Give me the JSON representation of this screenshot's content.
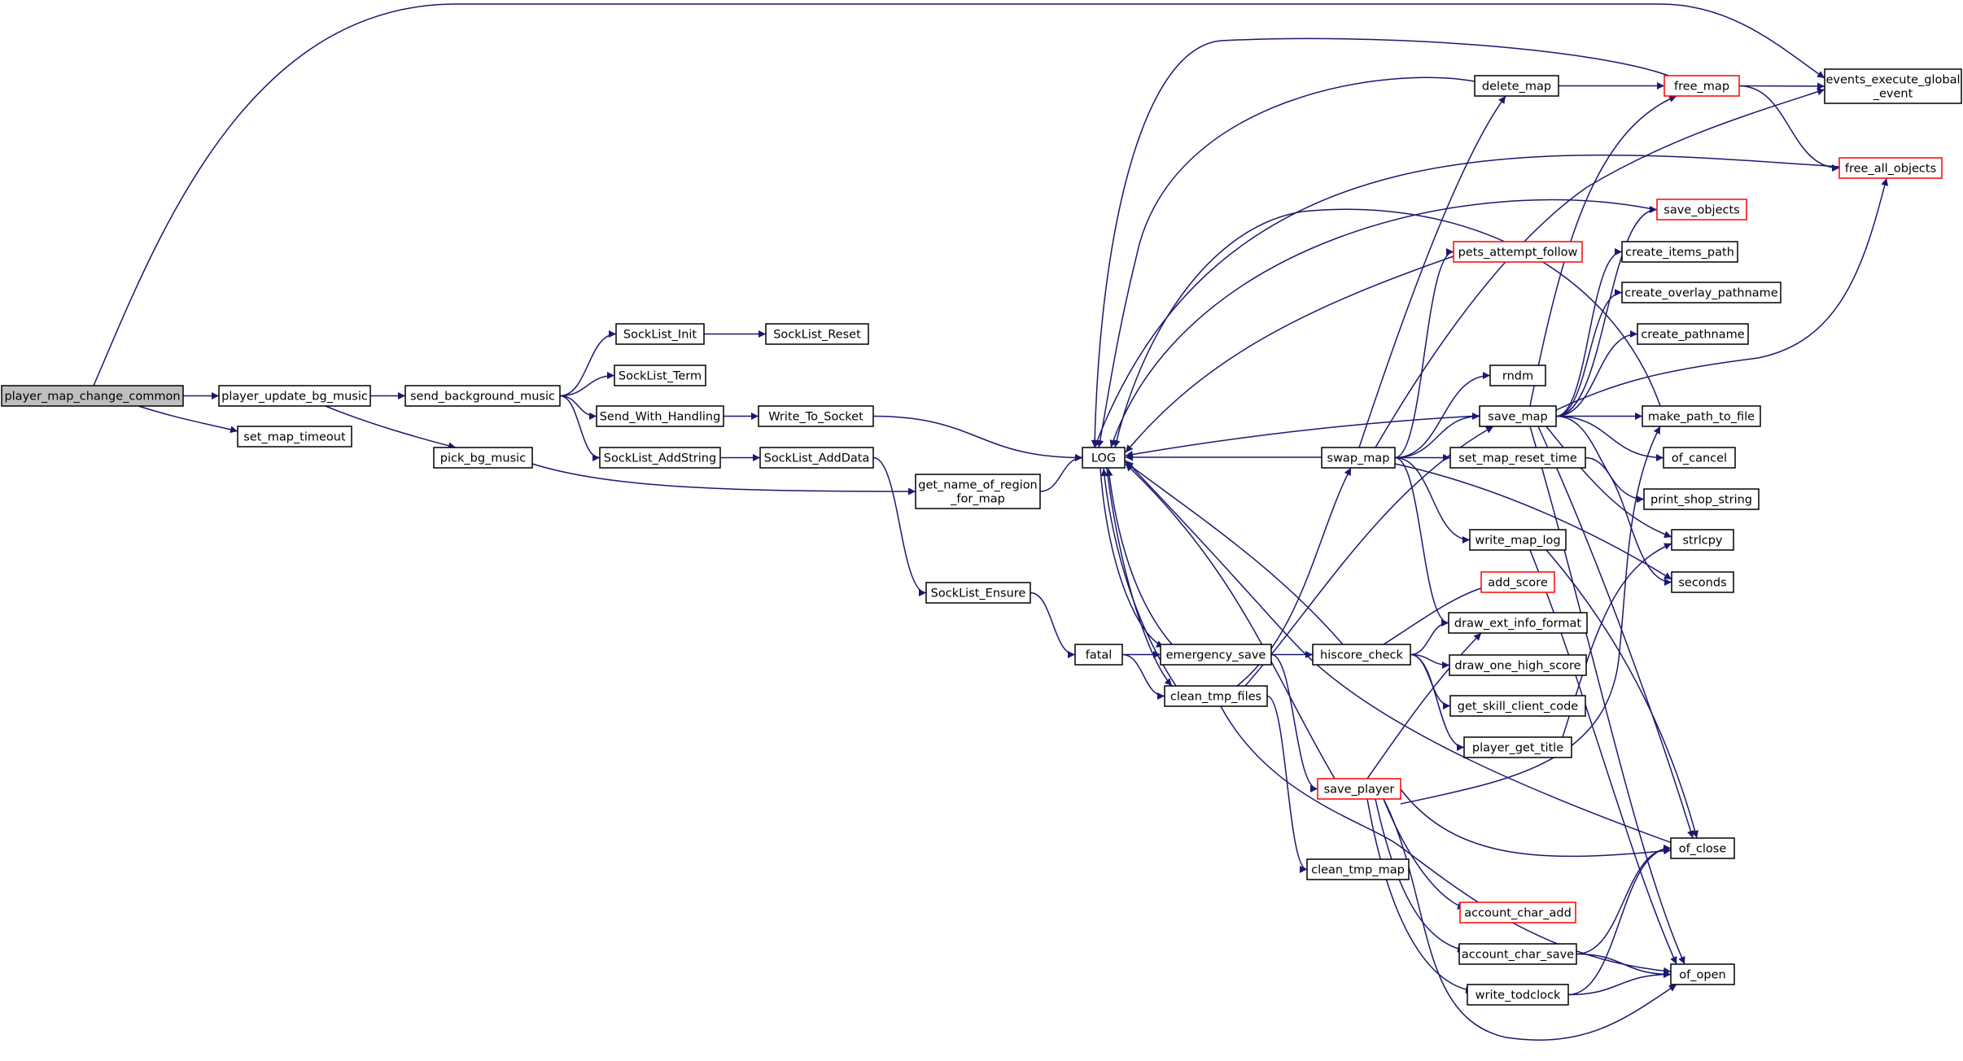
{
  "colors": {
    "edge": "#191970",
    "node_border": "#000000",
    "node_border_truncated": "#ff0000",
    "node_fill": "#ffffff",
    "root_fill": "#bfbfbf",
    "background": "#ffffff"
  },
  "graph": {
    "root": "player_map_change_common",
    "nodes": [
      {
        "id": "player_map_change_common",
        "lines": [
          "player_map_change_common"
        ],
        "style": "root"
      },
      {
        "id": "player_update_bg_music",
        "lines": [
          "player_update_bg_music"
        ],
        "style": "normal"
      },
      {
        "id": "set_map_timeout",
        "lines": [
          "set_map_timeout"
        ],
        "style": "normal"
      },
      {
        "id": "send_background_music",
        "lines": [
          "send_background_music"
        ],
        "style": "normal"
      },
      {
        "id": "pick_bg_music",
        "lines": [
          "pick_bg_music"
        ],
        "style": "normal"
      },
      {
        "id": "SockList_Init",
        "lines": [
          "SockList_Init"
        ],
        "style": "normal"
      },
      {
        "id": "SockList_Reset",
        "lines": [
          "SockList_Reset"
        ],
        "style": "normal"
      },
      {
        "id": "SockList_Term",
        "lines": [
          "SockList_Term"
        ],
        "style": "normal"
      },
      {
        "id": "Send_With_Handling",
        "lines": [
          "Send_With_Handling"
        ],
        "style": "normal"
      },
      {
        "id": "Write_To_Socket",
        "lines": [
          "Write_To_Socket"
        ],
        "style": "normal"
      },
      {
        "id": "SockList_AddString",
        "lines": [
          "SockList_AddString"
        ],
        "style": "normal"
      },
      {
        "id": "SockList_AddData",
        "lines": [
          "SockList_AddData"
        ],
        "style": "normal"
      },
      {
        "id": "get_name_of_region_for_map",
        "lines": [
          "get_name_of_region",
          "_for_map"
        ],
        "style": "normal"
      },
      {
        "id": "SockList_Ensure",
        "lines": [
          "SockList_Ensure"
        ],
        "style": "normal"
      },
      {
        "id": "fatal",
        "lines": [
          "fatal"
        ],
        "style": "normal"
      },
      {
        "id": "LOG",
        "lines": [
          "LOG"
        ],
        "style": "normal"
      },
      {
        "id": "emergency_save",
        "lines": [
          "emergency_save"
        ],
        "style": "normal"
      },
      {
        "id": "clean_tmp_files",
        "lines": [
          "clean_tmp_files"
        ],
        "style": "normal"
      },
      {
        "id": "clean_tmp_map",
        "lines": [
          "clean_tmp_map"
        ],
        "style": "normal"
      },
      {
        "id": "delete_map",
        "lines": [
          "delete_map"
        ],
        "style": "normal"
      },
      {
        "id": "swap_map",
        "lines": [
          "swap_map"
        ],
        "style": "normal"
      },
      {
        "id": "hiscore_check",
        "lines": [
          "hiscore_check"
        ],
        "style": "normal"
      },
      {
        "id": "save_player",
        "lines": [
          "save_player"
        ],
        "style": "truncated"
      },
      {
        "id": "pets_attempt_follow",
        "lines": [
          "pets_attempt_follow"
        ],
        "style": "truncated"
      },
      {
        "id": "rndm",
        "lines": [
          "rndm"
        ],
        "style": "normal"
      },
      {
        "id": "save_map",
        "lines": [
          "save_map"
        ],
        "style": "normal"
      },
      {
        "id": "set_map_reset_time",
        "lines": [
          "set_map_reset_time"
        ],
        "style": "normal"
      },
      {
        "id": "write_map_log",
        "lines": [
          "write_map_log"
        ],
        "style": "normal"
      },
      {
        "id": "add_score",
        "lines": [
          "add_score"
        ],
        "style": "truncated"
      },
      {
        "id": "draw_ext_info_format",
        "lines": [
          "draw_ext_info_format"
        ],
        "style": "normal"
      },
      {
        "id": "draw_one_high_score",
        "lines": [
          "draw_one_high_score"
        ],
        "style": "normal"
      },
      {
        "id": "get_skill_client_code",
        "lines": [
          "get_skill_client_code"
        ],
        "style": "normal"
      },
      {
        "id": "player_get_title",
        "lines": [
          "player_get_title"
        ],
        "style": "normal"
      },
      {
        "id": "account_char_add",
        "lines": [
          "account_char_add"
        ],
        "style": "truncated"
      },
      {
        "id": "account_char_save",
        "lines": [
          "account_char_save"
        ],
        "style": "normal"
      },
      {
        "id": "write_todclock",
        "lines": [
          "write_todclock"
        ],
        "style": "normal"
      },
      {
        "id": "free_map",
        "lines": [
          "free_map"
        ],
        "style": "truncated"
      },
      {
        "id": "save_objects",
        "lines": [
          "save_objects"
        ],
        "style": "truncated"
      },
      {
        "id": "create_items_path",
        "lines": [
          "create_items_path"
        ],
        "style": "normal"
      },
      {
        "id": "create_overlay_pathname",
        "lines": [
          "create_overlay_pathname"
        ],
        "style": "normal"
      },
      {
        "id": "create_pathname",
        "lines": [
          "create_pathname"
        ],
        "style": "normal"
      },
      {
        "id": "make_path_to_file",
        "lines": [
          "make_path_to_file"
        ],
        "style": "normal"
      },
      {
        "id": "of_cancel",
        "lines": [
          "of_cancel"
        ],
        "style": "normal"
      },
      {
        "id": "print_shop_string",
        "lines": [
          "print_shop_string"
        ],
        "style": "normal"
      },
      {
        "id": "strlcpy",
        "lines": [
          "strlcpy"
        ],
        "style": "normal"
      },
      {
        "id": "seconds",
        "lines": [
          "seconds"
        ],
        "style": "normal"
      },
      {
        "id": "of_close",
        "lines": [
          "of_close"
        ],
        "style": "normal"
      },
      {
        "id": "of_open",
        "lines": [
          "of_open"
        ],
        "style": "normal"
      },
      {
        "id": "events_execute_global_event",
        "lines": [
          "events_execute_global",
          "_event"
        ],
        "style": "normal"
      },
      {
        "id": "free_all_objects",
        "lines": [
          "free_all_objects"
        ],
        "style": "truncated"
      }
    ],
    "edges": [
      [
        "player_map_change_common",
        "player_update_bg_music"
      ],
      [
        "player_map_change_common",
        "set_map_timeout"
      ],
      [
        "player_map_change_common",
        "events_execute_global_event"
      ],
      [
        "player_update_bg_music",
        "send_background_music"
      ],
      [
        "player_update_bg_music",
        "pick_bg_music"
      ],
      [
        "send_background_music",
        "SockList_Init"
      ],
      [
        "send_background_music",
        "SockList_Term"
      ],
      [
        "send_background_music",
        "Send_With_Handling"
      ],
      [
        "send_background_music",
        "SockList_AddString"
      ],
      [
        "SockList_Init",
        "SockList_Reset"
      ],
      [
        "Send_With_Handling",
        "Write_To_Socket"
      ],
      [
        "SockList_AddString",
        "SockList_AddData"
      ],
      [
        "SockList_AddData",
        "SockList_Ensure"
      ],
      [
        "pick_bg_music",
        "get_name_of_region_for_map"
      ],
      [
        "Write_To_Socket",
        "LOG"
      ],
      [
        "get_name_of_region_for_map",
        "LOG"
      ],
      [
        "SockList_Ensure",
        "fatal"
      ],
      [
        "fatal",
        "emergency_save"
      ],
      [
        "fatal",
        "clean_tmp_files"
      ],
      [
        "emergency_save",
        "LOG"
      ],
      [
        "emergency_save",
        "hiscore_check"
      ],
      [
        "emergency_save",
        "save_player"
      ],
      [
        "clean_tmp_files",
        "LOG"
      ],
      [
        "clean_tmp_files",
        "swap_map"
      ],
      [
        "clean_tmp_files",
        "save_map"
      ],
      [
        "clean_tmp_files",
        "clean_tmp_map"
      ],
      [
        "clean_tmp_files",
        "of_open"
      ],
      [
        "LOG",
        "emergency_save"
      ],
      [
        "LOG",
        "clean_tmp_files"
      ],
      [
        "delete_map",
        "LOG"
      ],
      [
        "delete_map",
        "free_map"
      ],
      [
        "swap_map",
        "LOG"
      ],
      [
        "swap_map",
        "delete_map"
      ],
      [
        "swap_map",
        "pets_attempt_follow"
      ],
      [
        "swap_map",
        "rndm"
      ],
      [
        "swap_map",
        "save_map"
      ],
      [
        "swap_map",
        "set_map_reset_time"
      ],
      [
        "swap_map",
        "write_map_log"
      ],
      [
        "swap_map",
        "draw_ext_info_format"
      ],
      [
        "swap_map",
        "events_execute_global_event"
      ],
      [
        "swap_map",
        "seconds"
      ],
      [
        "hiscore_check",
        "LOG"
      ],
      [
        "hiscore_check",
        "add_score"
      ],
      [
        "hiscore_check",
        "draw_ext_info_format"
      ],
      [
        "hiscore_check",
        "draw_one_high_score"
      ],
      [
        "hiscore_check",
        "get_skill_client_code"
      ],
      [
        "hiscore_check",
        "player_get_title"
      ],
      [
        "save_player",
        "LOG"
      ],
      [
        "save_player",
        "draw_ext_info_format"
      ],
      [
        "save_player",
        "make_path_to_file"
      ],
      [
        "save_player",
        "of_close"
      ],
      [
        "save_player",
        "account_char_add"
      ],
      [
        "save_player",
        "account_char_save"
      ],
      [
        "save_player",
        "write_todclock"
      ],
      [
        "save_player",
        "of_open"
      ],
      [
        "pets_attempt_follow",
        "LOG"
      ],
      [
        "save_map",
        "LOG"
      ],
      [
        "save_map",
        "free_map"
      ],
      [
        "save_map",
        "save_objects"
      ],
      [
        "save_map",
        "create_items_path"
      ],
      [
        "save_map",
        "create_overlay_pathname"
      ],
      [
        "save_map",
        "create_pathname"
      ],
      [
        "save_map",
        "make_path_to_file"
      ],
      [
        "save_map",
        "of_cancel"
      ],
      [
        "save_map",
        "print_shop_string"
      ],
      [
        "save_map",
        "strlcpy"
      ],
      [
        "save_map",
        "of_close"
      ],
      [
        "save_map",
        "of_open"
      ],
      [
        "save_map",
        "free_all_objects"
      ],
      [
        "set_map_reset_time",
        "seconds"
      ],
      [
        "write_map_log",
        "of_close"
      ],
      [
        "write_map_log",
        "of_open"
      ],
      [
        "player_get_title",
        "strlcpy"
      ],
      [
        "account_char_save",
        "of_close"
      ],
      [
        "account_char_save",
        "of_open"
      ],
      [
        "write_todclock",
        "of_close"
      ],
      [
        "write_todclock",
        "of_open"
      ],
      [
        "free_map",
        "LOG"
      ],
      [
        "free_map",
        "events_execute_global_event"
      ],
      [
        "free_map",
        "free_all_objects"
      ],
      [
        "save_objects",
        "LOG"
      ],
      [
        "make_path_to_file",
        "LOG"
      ],
      [
        "of_close",
        "LOG"
      ],
      [
        "free_all_objects",
        "LOG"
      ]
    ]
  }
}
